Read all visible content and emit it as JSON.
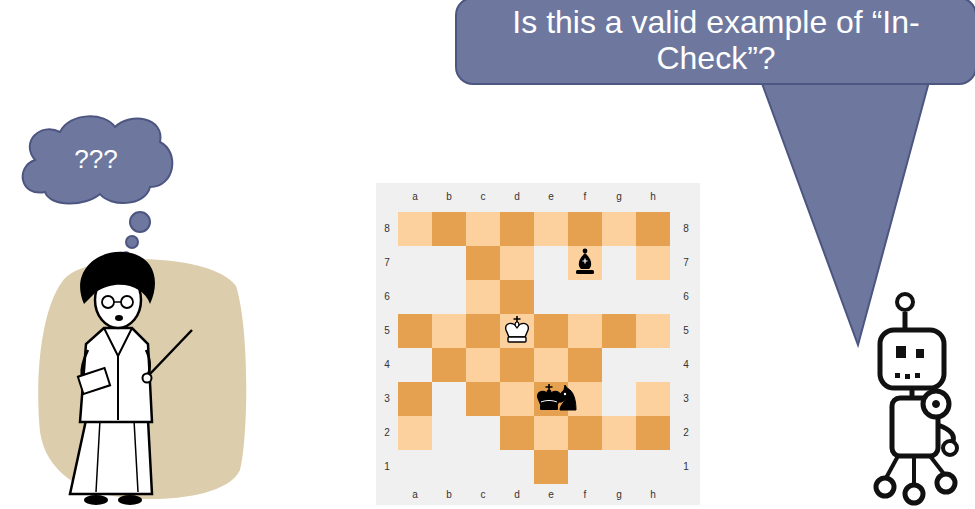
{
  "diagram": {
    "nodes": [
      {
        "text": [
          "???"
        ]
      },
      {
        "text": [
          "Is this a valid example of “In-Check”?"
        ]
      }
    ],
    "labels": [
      "a",
      "b",
      "c",
      "d",
      "e",
      "f",
      "g",
      "h",
      "8",
      "8",
      "7",
      "7",
      "6",
      "6",
      "5",
      "5",
      "4",
      "4",
      "3",
      "3",
      "2",
      "2",
      "1",
      "1",
      "a",
      "b",
      "c",
      "d",
      "e",
      "f",
      "g",
      "h"
    ]
  }
}
